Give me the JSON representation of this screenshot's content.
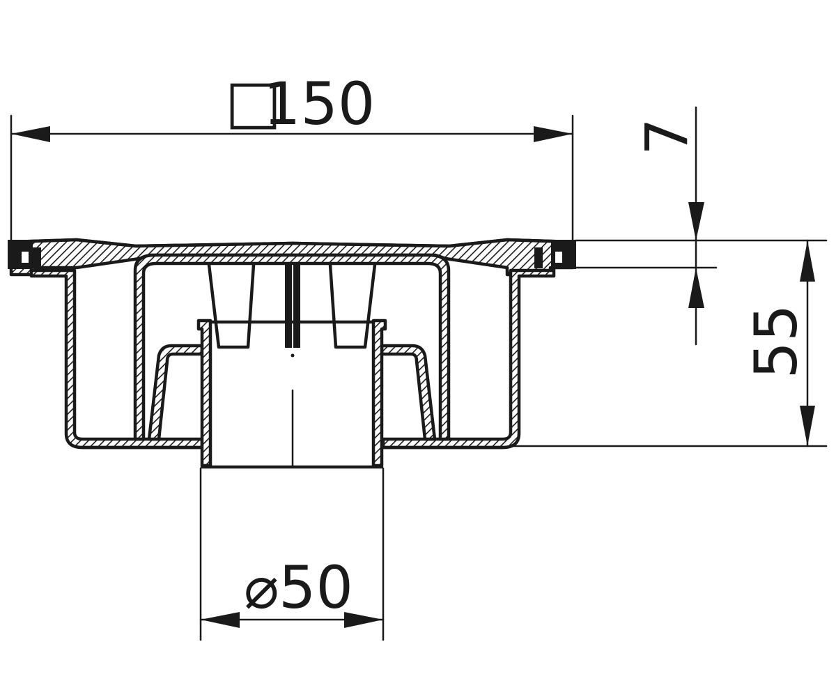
{
  "dimensions": {
    "width": {
      "symbol": "□",
      "value": "150"
    },
    "flange_height": {
      "value": "7"
    },
    "total_height": {
      "value": "55"
    },
    "outlet_diameter": {
      "symbol": "⌀",
      "value": "50"
    }
  },
  "colors": {
    "line": "#1a1a1a",
    "background": "#ffffff"
  }
}
